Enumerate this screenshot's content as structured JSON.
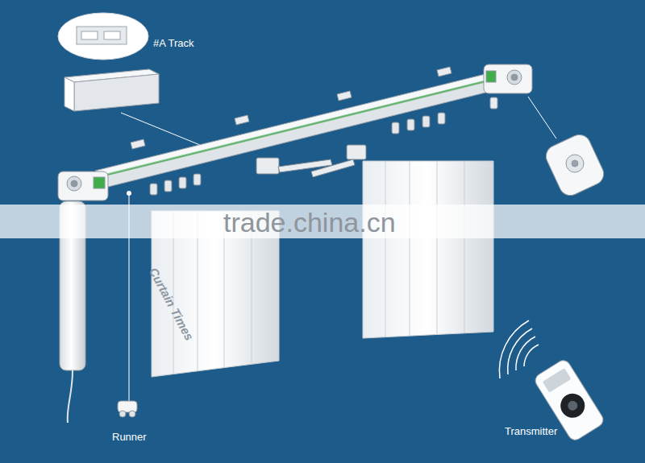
{
  "diagram": {
    "labels": [
      "#A Track",
      "Runner",
      "Transmitter",
      "trade.china.cn",
      "Curtain Times"
    ]
  }
}
